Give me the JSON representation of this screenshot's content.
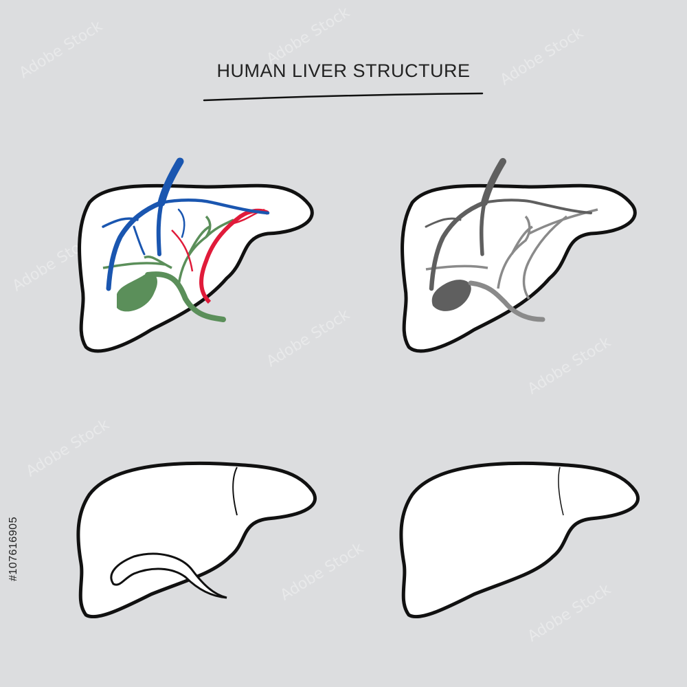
{
  "title": "HUMAN LIVER STRUCTURE",
  "side_id": "#107616905",
  "watermark": "Adobe Stock",
  "colors": {
    "background": "#dcdddf",
    "outline": "#111111",
    "vein_blue": "#1a56b0",
    "artery_red": "#e01b3a",
    "bile_green": "#5b8f5a",
    "gray_dark": "#5f5f5f",
    "gray_light": "#8a8a8a"
  },
  "panels": [
    {
      "name": "colored-vessels-liver"
    },
    {
      "name": "grayscale-vessels-liver"
    },
    {
      "name": "gallbladder-outline-liver"
    },
    {
      "name": "plain-outline-liver"
    }
  ]
}
